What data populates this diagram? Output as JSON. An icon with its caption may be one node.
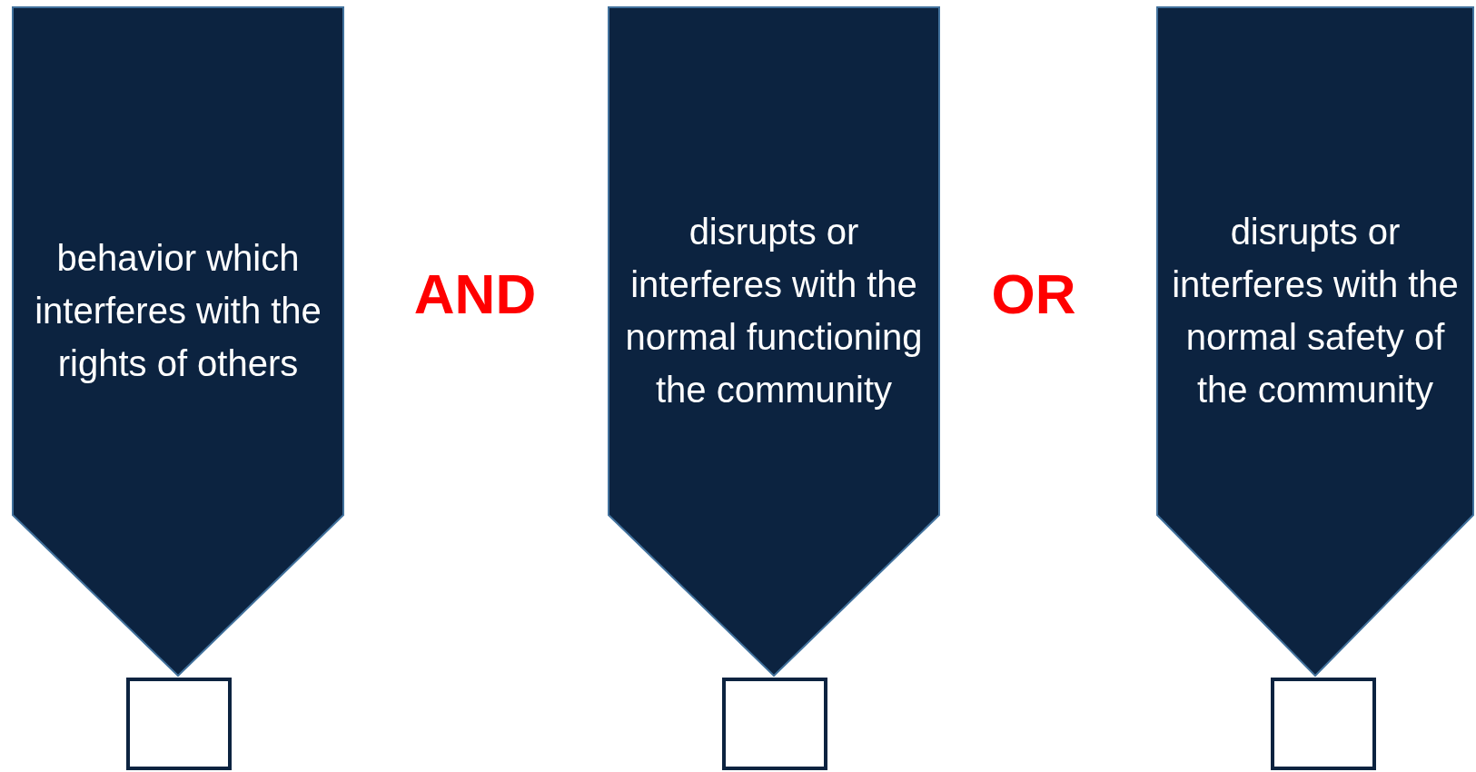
{
  "diagram": {
    "nodes": [
      {
        "text": [
          "behavior which interferes with the rights of others"
        ]
      },
      {
        "text": [
          "disrupts or interferes with the normal functioning the community"
        ]
      },
      {
        "text": [
          "disrupts or interferes with the normal safety of the community"
        ]
      },
      {
        "text": [],
        "shape": "box"
      },
      {
        "text": [],
        "shape": "box"
      },
      {
        "text": [],
        "shape": "box"
      }
    ],
    "labels": [
      "AND",
      "OR"
    ]
  }
}
